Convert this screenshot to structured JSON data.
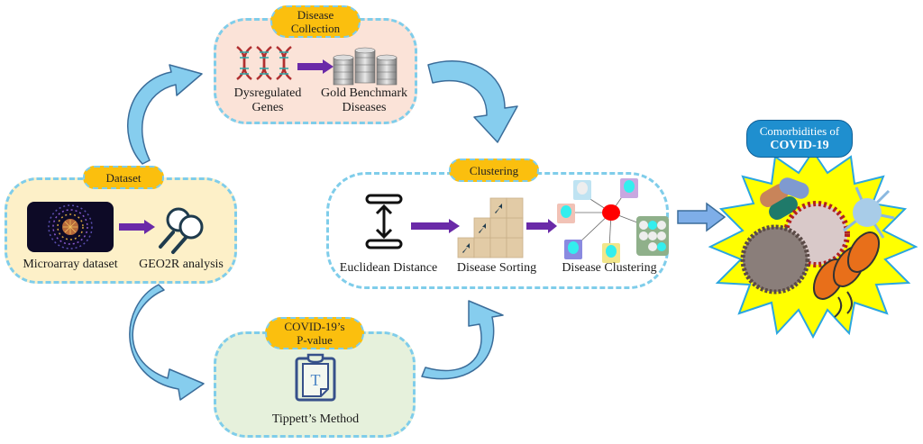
{
  "title": "COVID-19 comorbidity workflow",
  "colors": {
    "panel_border": "#7fcdea",
    "pill_fill": "#fbbf0e",
    "dataset_bg": "#fdf0c8",
    "collection_bg": "#fbe3d8",
    "pvalue_bg": "#e6f1dc",
    "flow_arrow": "#6a2aa8",
    "curve_arrow_fill": "#86cdee",
    "curve_arrow_stroke": "#3b6d9a",
    "star_fill": "#ffff00",
    "star_stroke": "#2aa6e0",
    "result_pill": "#1f8fcf"
  },
  "stages": {
    "dataset": {
      "header": "Dataset",
      "items": [
        {
          "label": "Microarray dataset",
          "icon": "microarray-image"
        },
        {
          "label": "GEO2R analysis",
          "icon": "magnifier-icon"
        }
      ]
    },
    "collection": {
      "header_line1": "Disease",
      "header_line2": "Collection",
      "items": [
        {
          "label_line1": "Dysregulated",
          "label_line2": "Genes",
          "icon": "dna-icon"
        },
        {
          "label_line1": "Gold Benchmark",
          "label_line2": "Diseases",
          "icon": "database-icon"
        }
      ]
    },
    "clustering": {
      "header": "Clustering",
      "items": [
        {
          "label": "Euclidean Distance",
          "icon": "distance-icon"
        },
        {
          "label": "Disease Sorting",
          "icon": "sorting-blocks-icon"
        },
        {
          "label": "Disease Clustering",
          "icon": "network-cluster-icon"
        }
      ]
    },
    "pvalue": {
      "header_line1": "COVID-19’s",
      "header_line2": "P-value",
      "items": [
        {
          "label": "Tippett’s Method",
          "icon": "clipboard-icon",
          "glyph": "T"
        }
      ]
    }
  },
  "result": {
    "line1": "Comorbidities of",
    "line2": "COVID-19",
    "icon": "virus-bacteria-burst"
  }
}
